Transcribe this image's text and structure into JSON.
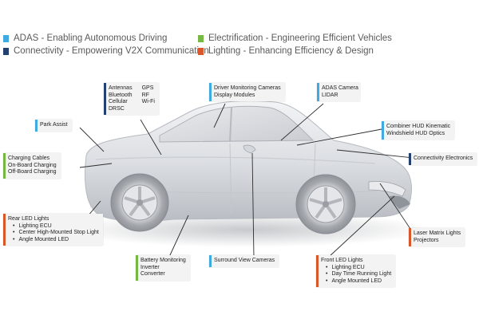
{
  "colors": {
    "adas": "#3fa9e0",
    "connectivity": "#24406e",
    "electrification": "#76b843",
    "lighting": "#d9582b"
  },
  "legend": {
    "adas": "ADAS - Enabling Autonomous Driving",
    "connectivity": "Connectivity - Empowering V2X Communication",
    "electrification": "Electrification - Engineering Efficient Vehicles",
    "lighting": "Lighting - Enhancing Efficiency & Design"
  },
  "labels": {
    "antennas": {
      "col1": [
        "Antennas",
        "Bluetooth",
        "Cellular",
        "DRSC"
      ],
      "col2": [
        "GPS",
        "RF",
        "Wi-Fi"
      ]
    },
    "driver_monitoring": [
      "Driver Monitoring Cameras",
      "Display Modules"
    ],
    "adas_camera": [
      "ADAS Camera",
      "LIDAR"
    ],
    "park_assist": "Park Assist",
    "combiner_hud": [
      "Combiner HUD Kinematic",
      "Windshield HUD Optics"
    ],
    "charging": [
      "Charging Cables",
      "On-Board Charging",
      "Off-Board Charging"
    ],
    "connectivity_electronics": "Connectivity Electronics",
    "rear_led": {
      "title": "Rear LED Lights",
      "items": [
        "Lighting ECU",
        "Center High-Mounted Stop Light",
        "Angle Mounted LED"
      ]
    },
    "laser_matrix": [
      "Laser Matrix Lights",
      "Projectors"
    ],
    "battery": [
      "Battery Monitoring",
      "Inverter",
      "Converter"
    ],
    "surround_view": "Surround View Cameras",
    "front_led": {
      "title": "Front LED Lights",
      "items": [
        "Lighting ECU",
        "Day Time Running Light",
        "Angle Mounted LED"
      ]
    }
  }
}
